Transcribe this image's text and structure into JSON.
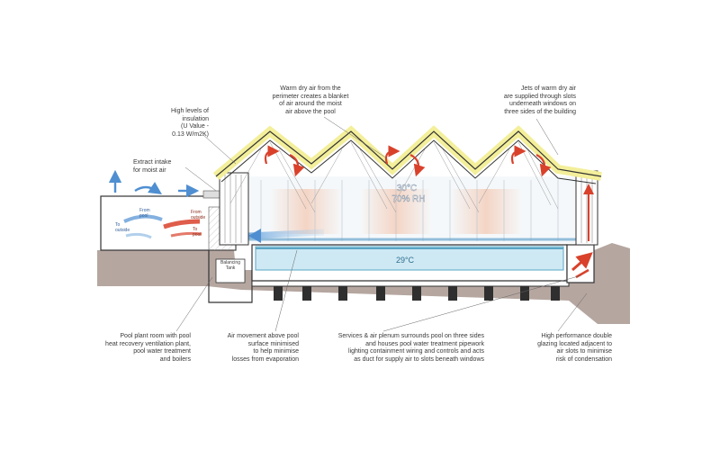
{
  "annotations": {
    "insulation": "High levels of\ninsulation\n(U Value -\n0.13 W/m2K)",
    "extract": "Extract intake\nfor moist air",
    "warm_air": "Warm dry air from the\nperimeter creates a blanket\nof air around the moist\nair above the pool",
    "jets": "Jets of warm dry air\nare supplied through slots\nunderneath windows on\nthree sides of the building",
    "plant_room": "Pool plant room with pool\nheat recovery ventilation plant,\npool water treatment\nand boilers",
    "air_movement": "Air movement above pool\nsurface minimised\nto help minimise\nlosses from evaporation",
    "services": "Services & air plenum surrounds pool on three sides\nand houses pool water treatment pipework\nlighting containment wiring and controls and acts\nas duct for supply air to slots beneath windows",
    "glazing": "High performance double\nglazing located adjacent to\nair slots to minimise\nrisk of condensation"
  },
  "labels": {
    "air_temp": "30°C",
    "humidity": "70% RH",
    "water_temp": "29°C",
    "balancing_tank": "Balancing\nTank",
    "from_pool": "From\npool",
    "to_outside": "To\noutside",
    "from_outside": "From\noutside",
    "to_pool": "To\npool"
  },
  "colors": {
    "insulation": "#f3ef9a",
    "water": "#cfe9f4",
    "water_surface": "#5aa6c4",
    "ground": "#a8978f",
    "warm_arrow": "#d9412b",
    "cool_arrow": "#4f8fd1",
    "structure": "#333333"
  }
}
